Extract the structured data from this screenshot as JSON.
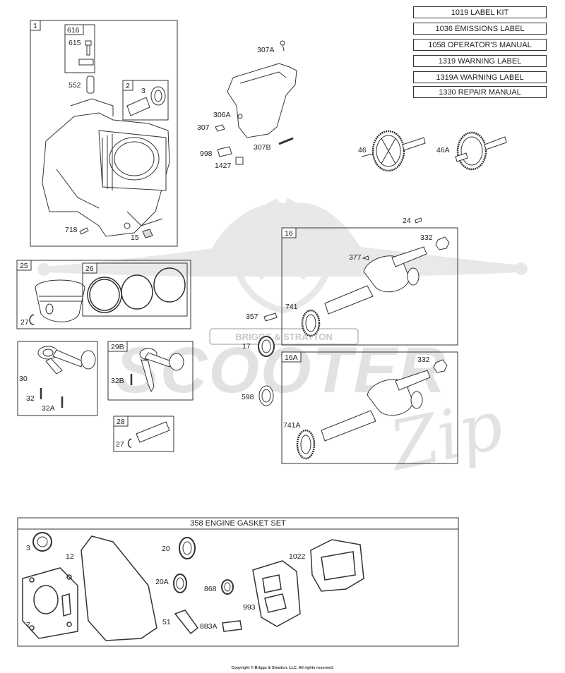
{
  "kits": [
    {
      "label": "1019 LABEL KIT"
    },
    {
      "label": "1036 EMISSIONS LABEL"
    },
    {
      "label": "1058 OPERATOR'S MANUAL"
    },
    {
      "label": "1319 WARNING LABEL"
    },
    {
      "label": "1319A WARNING LABEL"
    },
    {
      "label": "1330 REPAIR MANUAL"
    }
  ],
  "boxes": {
    "b1": "1",
    "b616": "616",
    "b2": "2",
    "b25": "25",
    "b26": "26",
    "b29b": "29B",
    "b28": "28",
    "b16": "16",
    "b16a": "16A"
  },
  "gasket_set": {
    "title": "358 ENGINE GASKET SET"
  },
  "callouts": {
    "c615": "615",
    "c552": "552",
    "c3": "3",
    "c718": "718",
    "c15": "15",
    "c307a": "307A",
    "c306a": "306A",
    "c307": "307",
    "c307b": "307B",
    "c998": "998",
    "c1427": "1427",
    "c46": "46",
    "c46a": "46A",
    "c24": "24",
    "c332": "332",
    "c377": "377",
    "c741": "741",
    "c357": "357",
    "c17": "17",
    "c598": "598",
    "c332b": "332",
    "c741a": "741A",
    "c27": "27",
    "c30": "30",
    "c32": "32",
    "c32a": "32A",
    "c32b": "32B",
    "c27b": "27",
    "g3": "3",
    "g12": "12",
    "g7": "7",
    "g20": "20",
    "g20a": "20A",
    "g51": "51",
    "g868": "868",
    "g883a": "883A",
    "g993": "993",
    "g1022": "1022"
  },
  "watermark": {
    "brand": "SCOOTER",
    "script": "Zip",
    "sub": "BRIGGS & STRATTON"
  },
  "copyright": "Copyright © Briggs & Stratton, LLC. All rights reserved."
}
